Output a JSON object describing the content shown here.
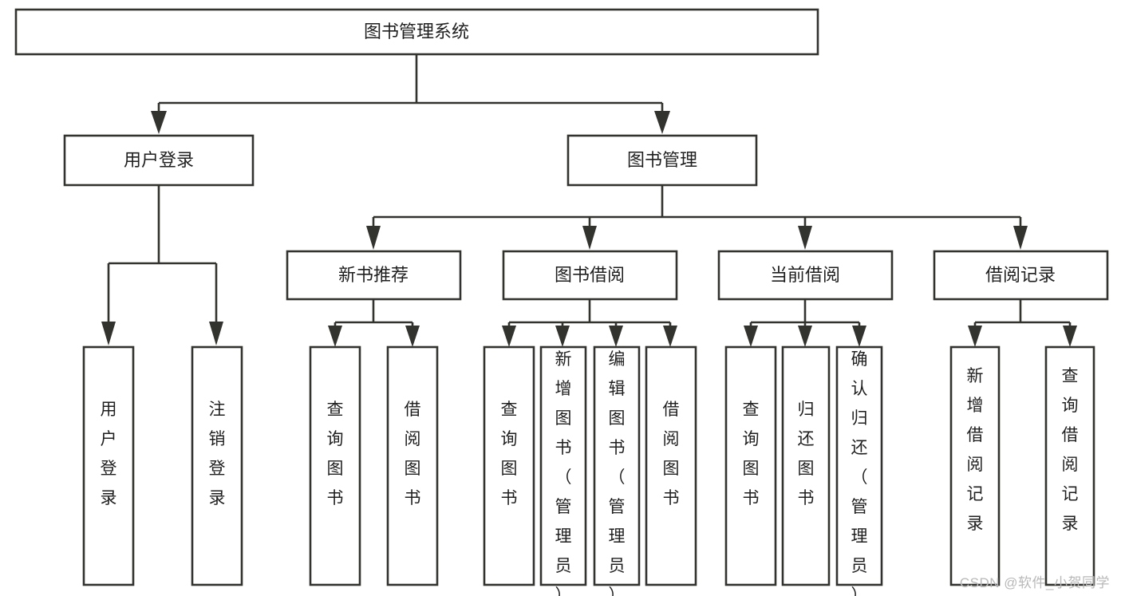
{
  "diagram": {
    "title": "图书管理系统",
    "type": "tree-hierarchy-chart",
    "watermark": "CSDN @软件_小贺同学",
    "colors": {
      "stroke": "#32322f",
      "fill": "#ffffff",
      "text": "#1f1f1f",
      "watermark": "#b8b8b8"
    },
    "levels": {
      "level0": "root",
      "level1": "modules",
      "level2": "submodules",
      "level3": "functions"
    },
    "nodes": {
      "root": {
        "label": "图书管理系统",
        "orientation": "horizontal"
      },
      "level1": [
        {
          "id": "user-login",
          "label": "用户登录",
          "orientation": "horizontal"
        },
        {
          "id": "book-manage",
          "label": "图书管理",
          "orientation": "horizontal"
        }
      ],
      "level2": [
        {
          "id": "new-book-recommend",
          "label": "新书推荐",
          "orientation": "horizontal",
          "parent": "book-manage"
        },
        {
          "id": "book-borrow",
          "label": "图书借阅",
          "orientation": "horizontal",
          "parent": "book-manage"
        },
        {
          "id": "current-borrow",
          "label": "当前借阅",
          "orientation": "horizontal",
          "parent": "book-manage"
        },
        {
          "id": "borrow-record",
          "label": "借阅记录",
          "orientation": "horizontal",
          "parent": "book-manage"
        }
      ],
      "leaves": {
        "user-login": [
          {
            "id": "leaf-user-login",
            "label": "用户登录",
            "orientation": "vertical"
          },
          {
            "id": "leaf-user-logout",
            "label": "注销登录",
            "orientation": "vertical"
          }
        ],
        "new-book-recommend": [
          {
            "id": "leaf-query-book-1",
            "label": "查询图书",
            "orientation": "vertical"
          },
          {
            "id": "leaf-borrow-book-1",
            "label": "借阅图书",
            "orientation": "vertical"
          }
        ],
        "book-borrow": [
          {
            "id": "leaf-query-book-2",
            "label": "查询图书",
            "orientation": "vertical"
          },
          {
            "id": "leaf-add-book",
            "label": "新增图书（管理员）",
            "orientation": "vertical"
          },
          {
            "id": "leaf-edit-book",
            "label": "编辑图书（管理员）",
            "orientation": "vertical"
          },
          {
            "id": "leaf-borrow-book-2",
            "label": "借阅图书",
            "orientation": "vertical"
          }
        ],
        "current-borrow": [
          {
            "id": "leaf-query-book-3",
            "label": "查询图书",
            "orientation": "vertical"
          },
          {
            "id": "leaf-return-book",
            "label": "归还图书",
            "orientation": "vertical"
          },
          {
            "id": "leaf-confirm-return",
            "label": "确认归还（管理员）",
            "orientation": "vertical"
          }
        ],
        "borrow-record": [
          {
            "id": "leaf-add-record",
            "label": "新增借阅记录",
            "orientation": "vertical"
          },
          {
            "id": "leaf-query-record",
            "label": "查询借阅记录",
            "orientation": "vertical"
          }
        ]
      }
    }
  }
}
